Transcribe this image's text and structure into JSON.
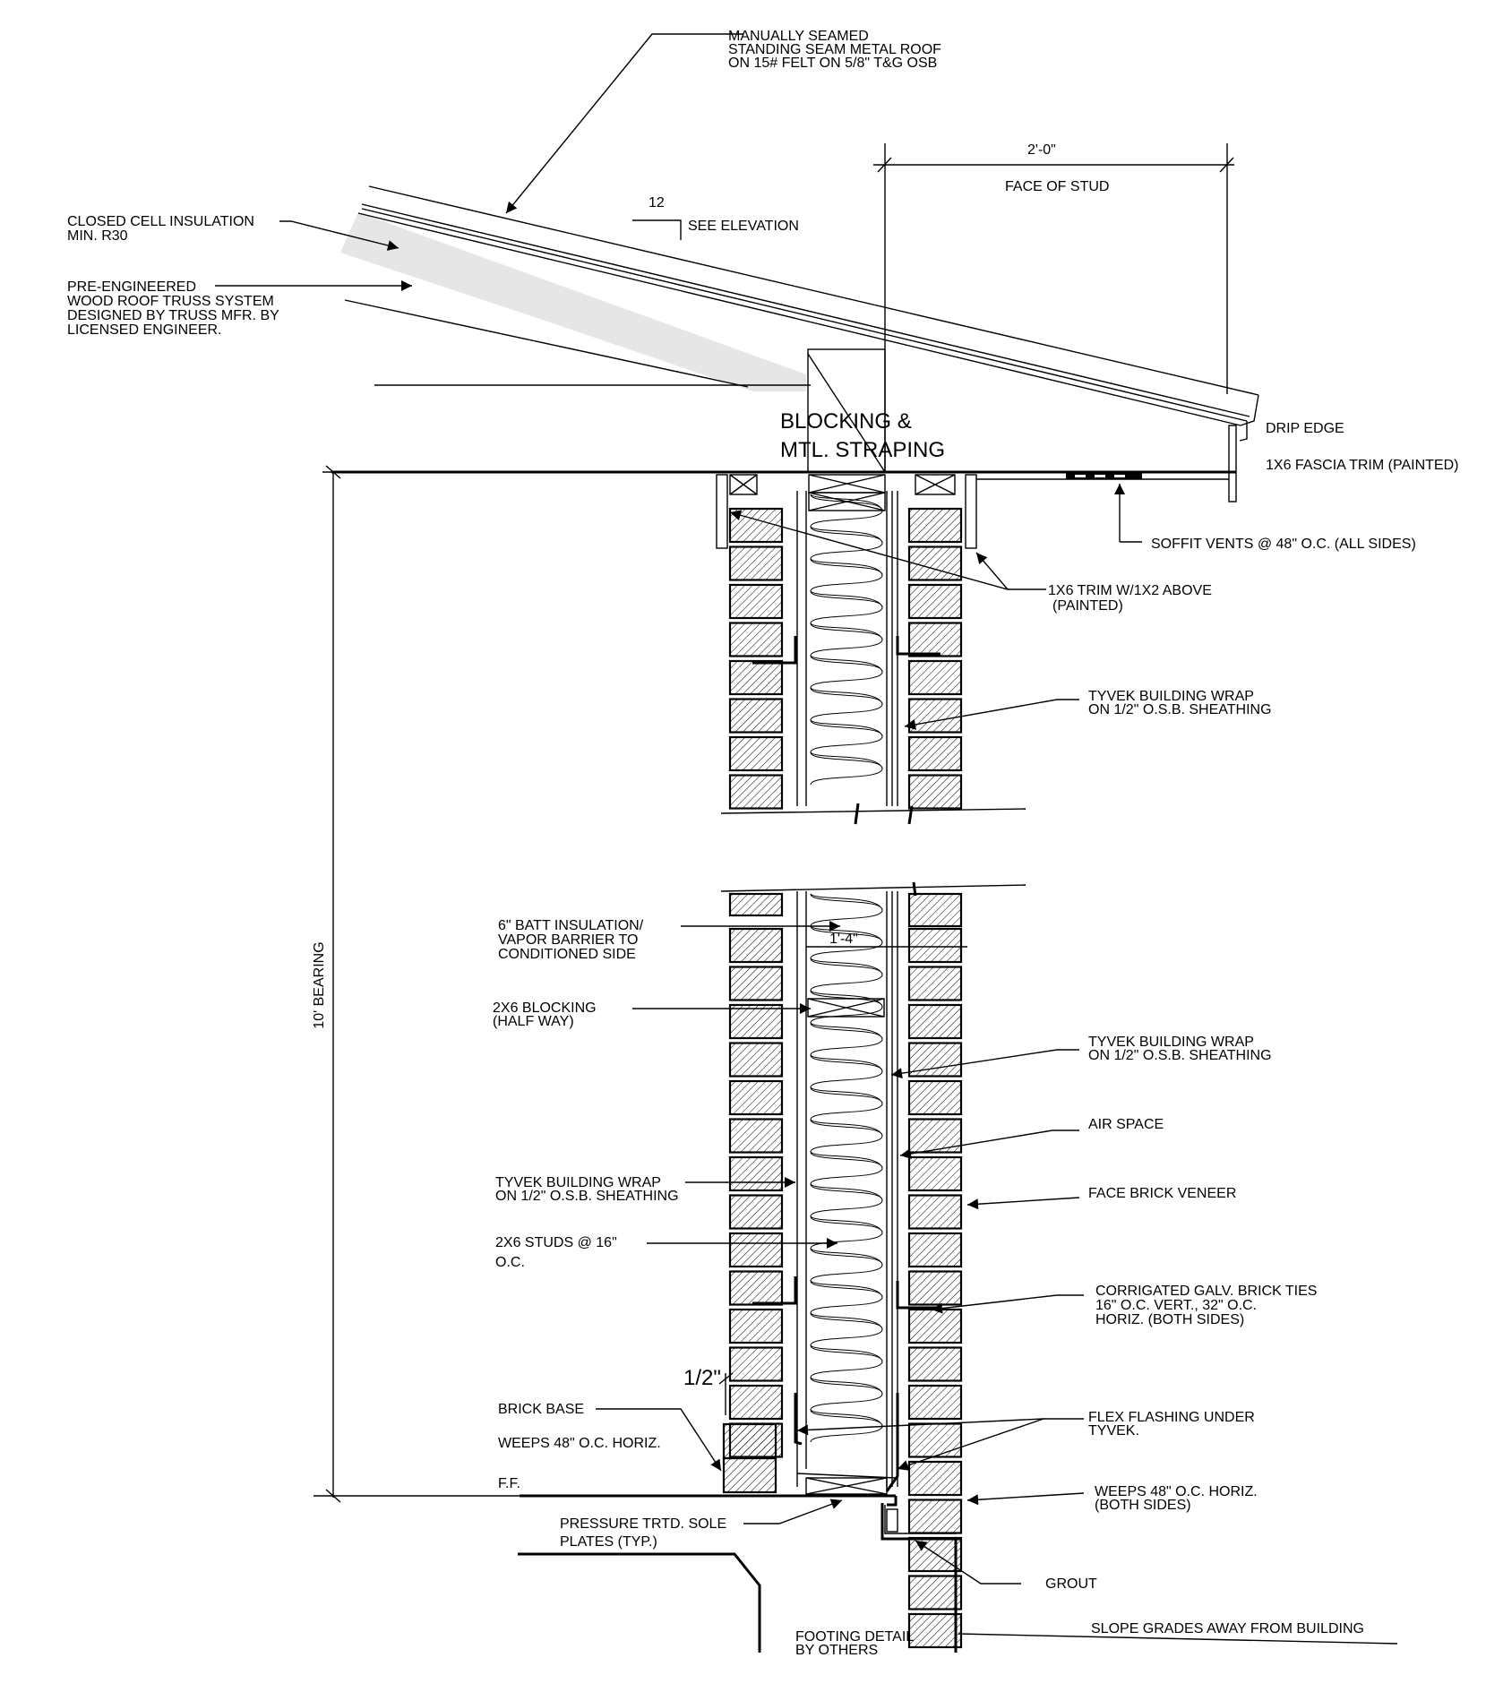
{
  "labels": {
    "roof": [
      "MANUALLY SEAMED",
      "STANDING SEAM METAL ROOF",
      "ON 15# FELT ON 5/8\" T&G OSB"
    ],
    "closed_cell": [
      "CLOSED CELL INSULATION",
      "MIN. R30"
    ],
    "truss": [
      "PRE-ENGINEERED",
      "WOOD ROOF TRUSS SYSTEM",
      "DESIGNED BY TRUSS MFR. BY",
      "LICENSED ENGINEER."
    ],
    "pitch_num": "12",
    "see_elevation": "SEE ELEVATION",
    "overhang_dim": "2'-0\"",
    "face_of_stud": "FACE OF STUD",
    "drip_edge": "DRIP EDGE",
    "fascia": "1X6 FASCIA TRIM (PAINTED)",
    "blocking": [
      "BLOCKING &",
      "MTL. STRAPING"
    ],
    "soffit_vents": "SOFFIT VENTS @ 48\" O.C. (ALL SIDES)",
    "trim": [
      "1X6 TRIM W/1X2 ABOVE",
      "(PAINTED)"
    ],
    "tyvek_upper": [
      "TYVEK BUILDING WRAP",
      "ON 1/2\" O.S.B. SHEATHING"
    ],
    "batt": [
      "6\" BATT INSULATION/",
      "VAPOR BARRIER TO",
      "CONDITIONED SIDE"
    ],
    "wall_dim": "1'-4\"",
    "blocking_half": [
      "2X6 BLOCKING",
      "(HALF WAY)"
    ],
    "tyvek_right": [
      "TYVEK BUILDING WRAP",
      "ON 1/2\" O.S.B. SHEATHING"
    ],
    "air_space": "AIR SPACE",
    "tyvek_left": [
      "TYVEK BUILDING WRAP",
      "ON 1/2\" O.S.B. SHEATHING"
    ],
    "face_brick": "FACE BRICK VENEER",
    "studs": [
      "2X6 STUDS @ 16\"",
      "O.C."
    ],
    "ties": [
      "CORRIGATED GALV. BRICK TIES",
      "16\" O.C. VERT., 32\" O.C.",
      "HORIZ. (BOTH SIDES)"
    ],
    "half_inch": "1/2\"",
    "brick_base": "BRICK BASE",
    "flex_flashing": [
      "FLEX FLASHING UNDER",
      "TYVEK."
    ],
    "weeps_left": "WEEPS 48\" O.C. HORIZ.",
    "weeps_right": [
      "WEEPS 48\" O.C. HORIZ.",
      "(BOTH SIDES)"
    ],
    "ff": "F.F.",
    "sole_plates": [
      "PRESSURE TRTD. SOLE",
      "PLATES (TYP.)"
    ],
    "grout": "GROUT",
    "footing": [
      "FOOTING DETAIL",
      "BY OTHERS"
    ],
    "slope": "SLOPE GRADES AWAY FROM BUILDING",
    "bearing": "10' BEARING"
  },
  "colors": {
    "line": "#000000",
    "insulation_fill": "#e6e6e6",
    "background": "#ffffff"
  }
}
